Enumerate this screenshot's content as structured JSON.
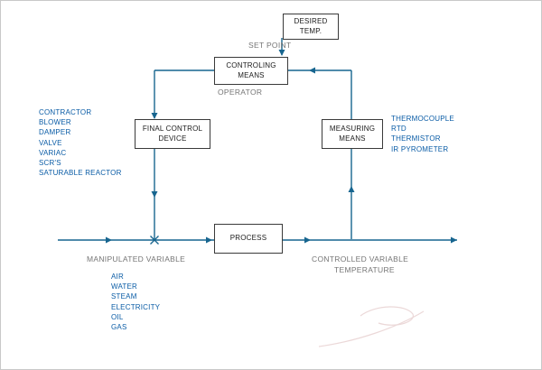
{
  "diagram": {
    "title": "temperature-control-feedback-loop",
    "boxes": {
      "desired_temp": {
        "line1": "DESIRED",
        "line2": "TEMP."
      },
      "controlling_means": {
        "line1": "CONTROLING",
        "line2": "MEANS"
      },
      "final_control_device": {
        "line1": "FINAL CONTROL",
        "line2": "DEVICE"
      },
      "measuring_means": {
        "line1": "MEASURING",
        "line2": "MEANS"
      },
      "process": {
        "label": "PROCESS"
      }
    },
    "labels": {
      "set_point": "SET POINT",
      "operator": "OPERATOR",
      "manipulated_variable": "MANIPULATED VARIABLE",
      "controlled_variable_line1": "CONTROLLED VARIABLE",
      "controlled_variable_line2": "TEMPERATURE"
    },
    "lists": {
      "final_control_examples": [
        "CONTRACTOR",
        "BLOWER",
        "DAMPER",
        "VALVE",
        "VARIAC",
        "SCR'S",
        "SATURABLE REACTOR"
      ],
      "measuring_examples": [
        "THERMOCOUPLE",
        "RTD",
        "THERMISTOR",
        "IR PYROMETER"
      ],
      "manipulated_examples": [
        "AIR",
        "WATER",
        "STEAM",
        "ELECTRICITY",
        "OIL",
        "GAS"
      ]
    },
    "colors": {
      "flow_line": "#17658f",
      "list_text": "#0a5ca6",
      "gray_label": "#757575",
      "box_border": "#3a3a3a",
      "box_text": "#1a1a1a"
    }
  }
}
